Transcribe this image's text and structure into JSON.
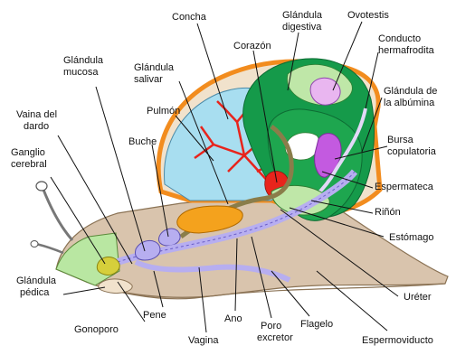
{
  "diagram": {
    "colors": {
      "shell": "#f28c1e",
      "lung": "#a8def0",
      "blood_vessels": "#e8241c",
      "digestive_gland": "#159a4a",
      "inner_digestive": "#bfe7a8",
      "ovotestis": "#e9b6f0",
      "albumen_gland": "#1ea64f",
      "bursa": "#c35ae0",
      "body": "#d9c4ad",
      "nervous": "#d6cf3b",
      "reproductive": "#b7aef0",
      "crop": "#f4a21d",
      "gut": "#8a7d4a"
    },
    "labels": {
      "concha": "Concha",
      "glandula_digestiva_1": "Glándula",
      "glandula_digestiva_2": "digestiva",
      "ovotestis": "Ovotestis",
      "corazon": "Corazón",
      "conducto_1": "Conducto",
      "conducto_2": "hermafrodita",
      "glandula_mucosa_1": "Glándula",
      "glandula_mucosa_2": "mucosa",
      "glandula_salivar_1": "Glándula",
      "glandula_salivar_2": "salivar",
      "glandula_albumina_1": "Glándula de",
      "glandula_albumina_2": "la albúmina",
      "vaina_1": "Vaina del",
      "vaina_2": "dardo",
      "pulmon": "Pulmón",
      "bursa_1": "Bursa",
      "bursa_2": "copulatoria",
      "buche": "Buche",
      "ganglio_1": "Ganglio",
      "ganglio_2": "cerebral",
      "espermateca": "Espermateca",
      "rinon": "Riñón",
      "estomago": "Estómago",
      "ureter": "Uréter",
      "glandula_pedica_1": "Glándula",
      "glandula_pedica_2": "pédica",
      "pene": "Pene",
      "ano": "Ano",
      "gonoporo": "Gonoporo",
      "poro_1": "Poro",
      "poro_2": "excretor",
      "flagelo": "Flagelo",
      "vagina": "Vagina",
      "espermoviducto": "Espermoviducto"
    }
  }
}
